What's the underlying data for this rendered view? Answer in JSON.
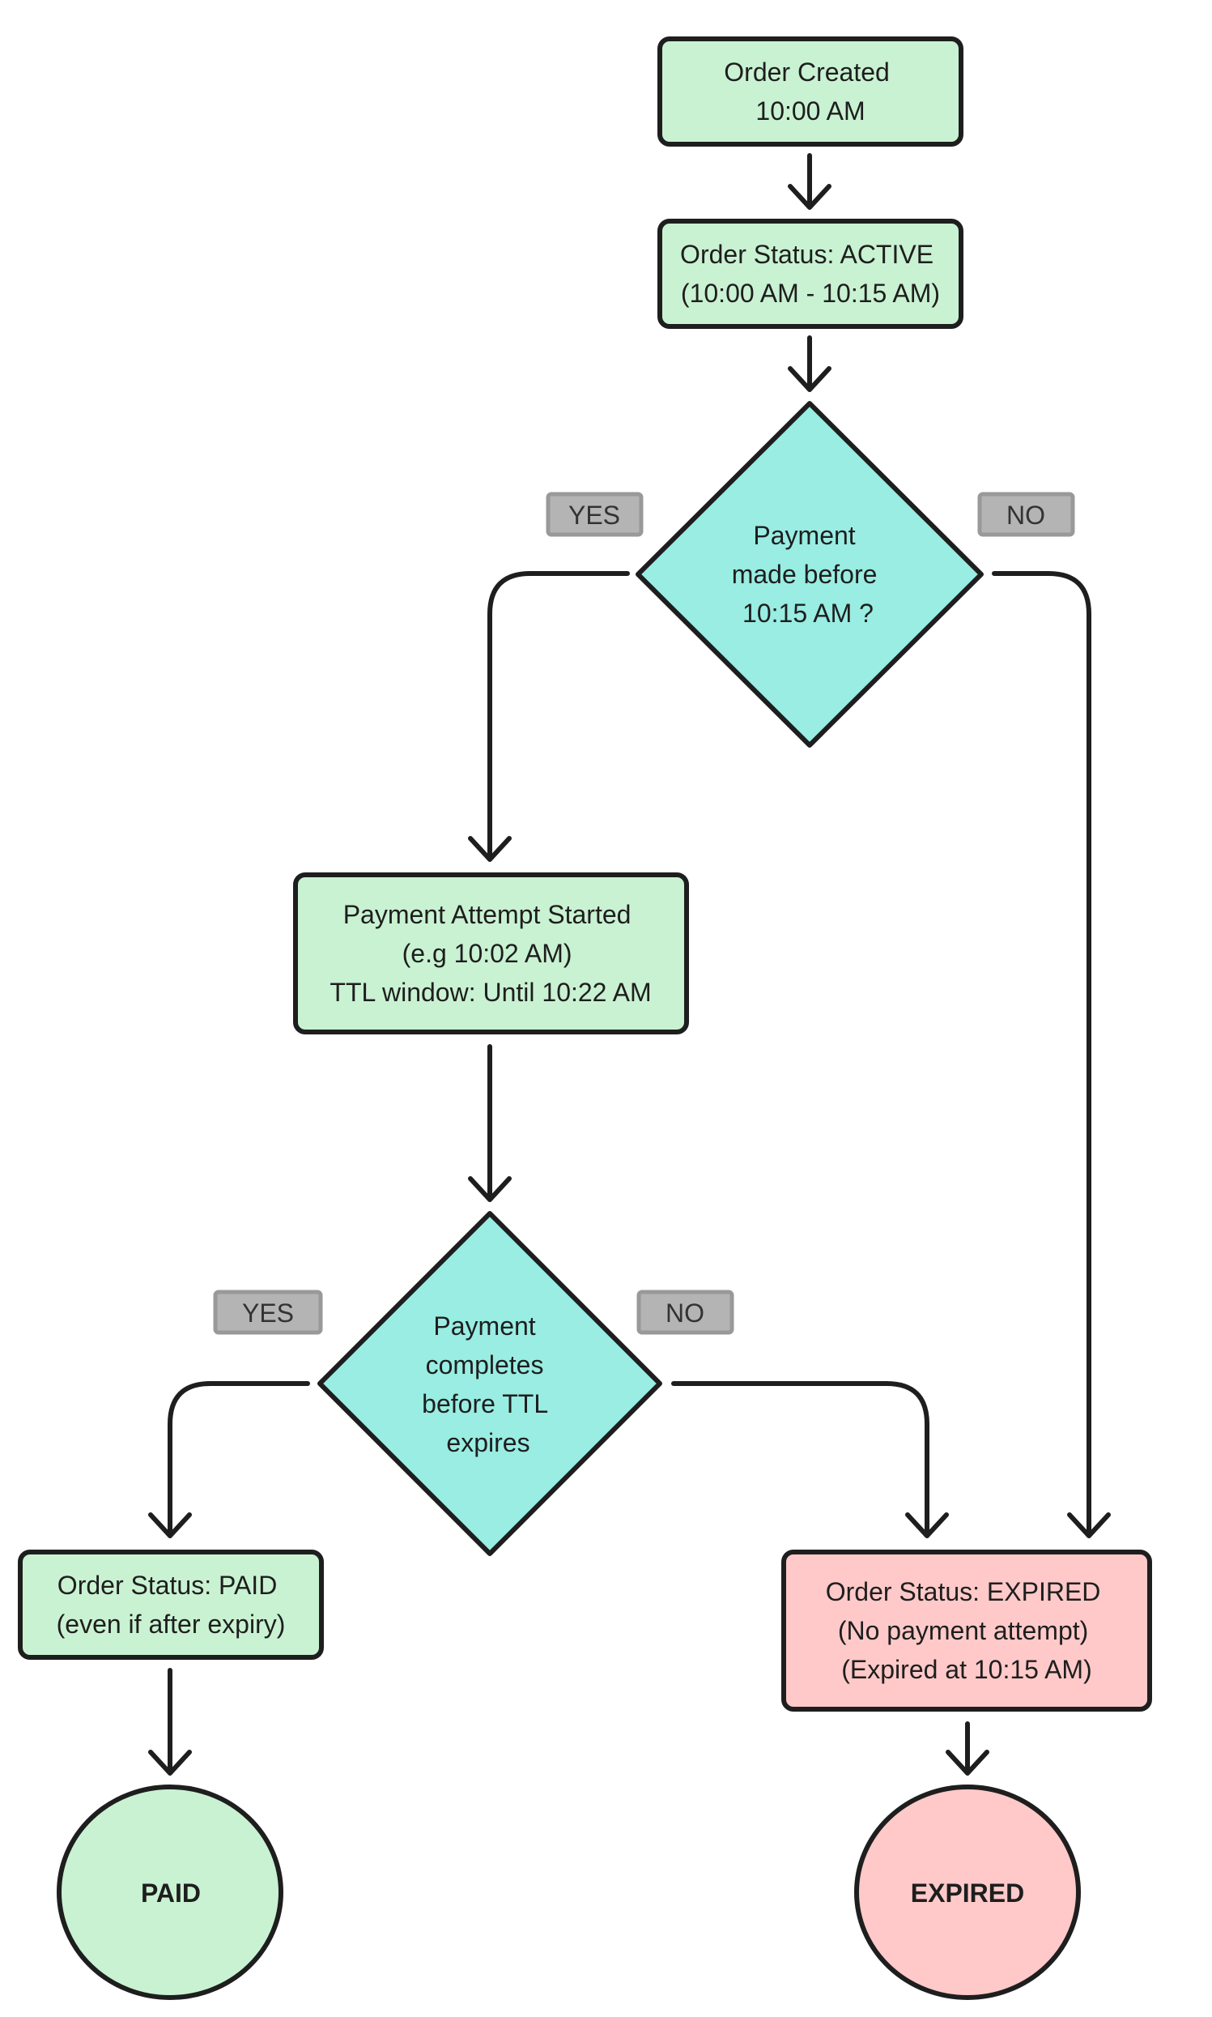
{
  "nodes": {
    "order_created": {
      "lines": [
        "Order Created",
        "10:00 AM"
      ]
    },
    "status_active": {
      "lines": [
        "Order Status: ACTIVE",
        "(10:00 AM - 10:15 AM)"
      ]
    },
    "decision_payment_made": {
      "lines": [
        "Payment",
        "made before",
        "10:15 AM ?"
      ]
    },
    "payment_attempt": {
      "lines": [
        "Payment Attempt Started",
        "(e.g 10:02 AM)",
        "TTL window: Until 10:22 AM"
      ]
    },
    "decision_payment_completes": {
      "lines": [
        "Payment",
        "completes",
        "before TTL",
        "expires"
      ]
    },
    "status_paid": {
      "lines": [
        "Order Status: PAID",
        "(even if after expiry)"
      ]
    },
    "status_expired": {
      "lines": [
        "Order Status: EXPIRED",
        "(No payment attempt)",
        "(Expired at 10:15 AM)"
      ]
    },
    "terminal_paid": {
      "label": "PAID"
    },
    "terminal_expired": {
      "label": "EXPIRED"
    }
  },
  "edge_labels": {
    "decision1_yes": "YES",
    "decision1_no": "NO",
    "decision2_yes": "YES",
    "decision2_no": "NO"
  },
  "colors": {
    "process_fill": "#c9f2d2",
    "decision_fill": "#99ede3",
    "expired_fill": "#ffc9c9",
    "stroke": "#1e1e1e",
    "tag_fill": "#b4b4b4"
  }
}
